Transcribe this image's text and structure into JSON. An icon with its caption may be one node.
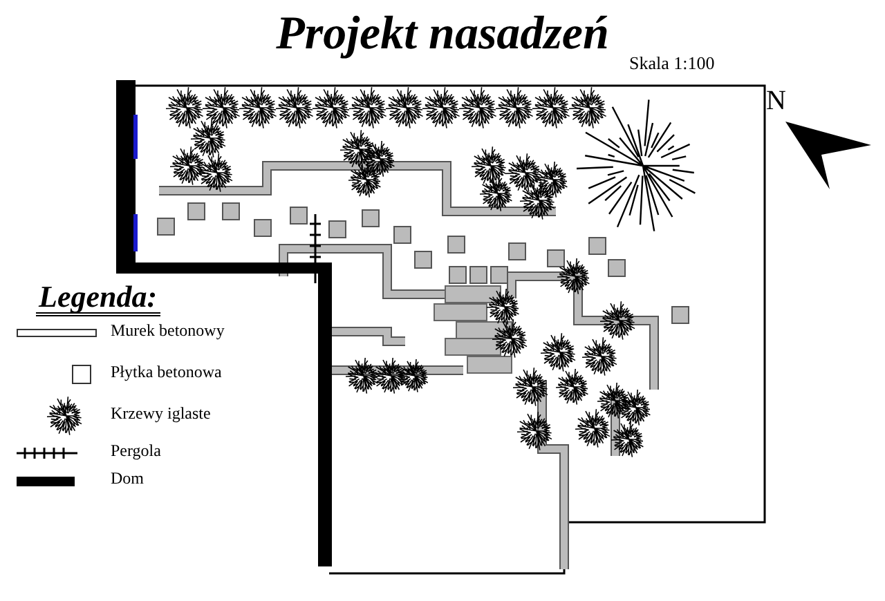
{
  "diagram": {
    "title": "Projekt nasadzeń",
    "labels": [
      "Skala 1:100",
      "N",
      "Legenda:"
    ],
    "legend": [
      {
        "text": "Murek betonowy"
      },
      {
        "text": "Płytka betonowa"
      },
      {
        "text": "Krzewy iglaste"
      },
      {
        "text": "Pergola"
      },
      {
        "text": "Dom"
      }
    ]
  }
}
